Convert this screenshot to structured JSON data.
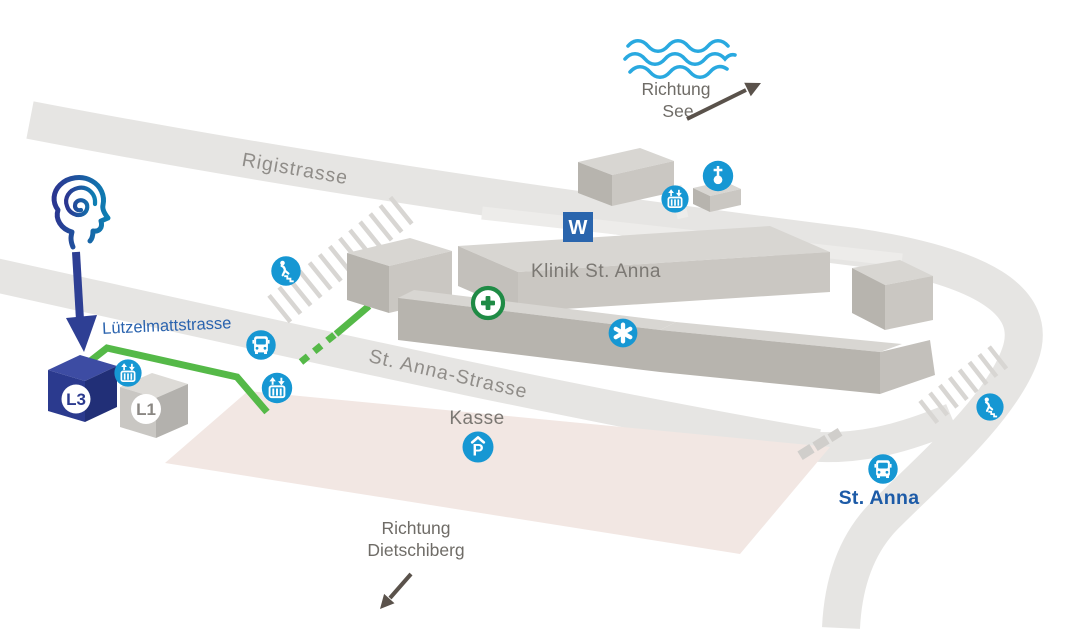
{
  "map": {
    "streets": {
      "rigistrasse": "Rigistrasse",
      "luetzelmattstrasse": "Lützelmattstrasse",
      "st_anna_strasse": "St. Anna-Strasse"
    },
    "buildings": {
      "klinik": "Klinik St. Anna",
      "l3": "L3",
      "l1": "L1"
    },
    "entrance_w": "W",
    "parking": {
      "kasse": "Kasse"
    },
    "bus_stop": "St. Anna",
    "directions": {
      "see": {
        "line1": "Richtung",
        "line2": "See"
      },
      "dietschiberg": {
        "line1": "Richtung",
        "line2": "Dietschiberg"
      }
    },
    "icons": {
      "hearing_logo": "head-with-ear outline logo",
      "elevator": "lift cabin with up and down arrows",
      "bus": "bus front",
      "pedestrian_stairs": "person walking on stairs",
      "chapel": "cross on orb",
      "ems": "star of life",
      "covered_parking": "P under roof",
      "medical_cross": "green cross entrance",
      "water_waves": "lake waves"
    },
    "colors": {
      "icon_blue": "#1697d3",
      "navy_box_front": "#2b3a8e",
      "navy_box_top": "#3d4ca3",
      "street_gray": "#e6e5e3",
      "hatch_gray": "#d8d6d3",
      "building_top": "#d8d6d2",
      "building_front": "#b7b4ae",
      "building_side": "#cac7c2",
      "parking_pink": "#f2e7e3",
      "path_green": "#55b948",
      "street_label_gray": "#908d89",
      "blue_label": "#2a63ae",
      "stop_label_blue": "#1d5ba7",
      "water_blue": "#29a9e0",
      "arrow_dark": "#5a524b",
      "cross_green": "#1f8b45",
      "w_blue": "#2a65ad",
      "logo_navy": "#2b3590",
      "logo_teal": "#0d7fb3",
      "navy_arrow": "#2e3f94"
    }
  }
}
